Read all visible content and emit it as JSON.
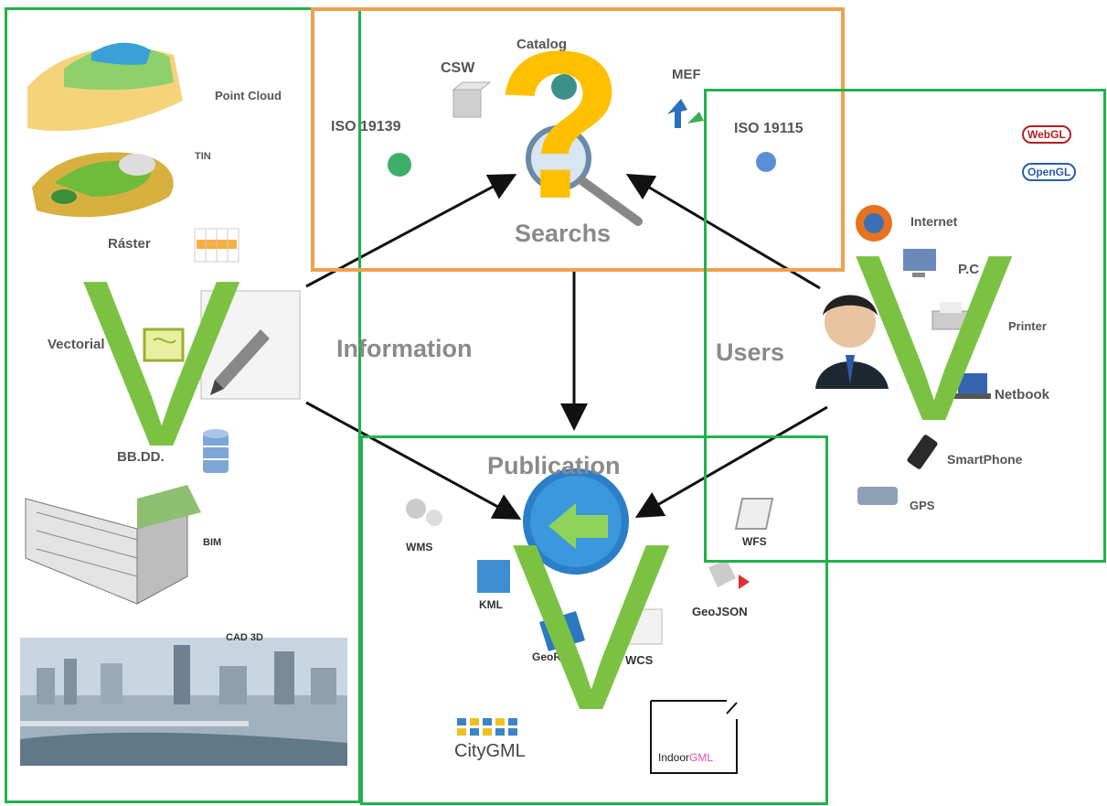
{
  "colors": {
    "green_frame": "#22b14c",
    "orange_frame": "#f0a050",
    "check": "#7cc242",
    "question": "#ffc000",
    "arrow": "#111111",
    "label": "#555555",
    "big_label": "#8a8a8a"
  },
  "hubs": {
    "searchs": "Searchs",
    "information": "Information",
    "users": "Users",
    "publication": "Publication"
  },
  "marks": {
    "question": "?",
    "check": "V"
  },
  "sources": {
    "point_cloud": "Point Cloud",
    "tin": "TIN",
    "raster": "Ráster",
    "vectorial": "Vectorial",
    "bbdd": "BB.DD.",
    "bim": "BIM",
    "cad3d": "CAD 3D"
  },
  "search_standards": {
    "catalog": "Catalog",
    "csw": "CSW",
    "mef": "MEF",
    "iso19139": "ISO 19139",
    "iso19115": "ISO 19115"
  },
  "user_devices": {
    "webgl": "WebGL",
    "opengl": "OpenGL",
    "internet": "Internet",
    "pc": "P.C",
    "printer": "Printer",
    "netbook": "Netbook",
    "smartphone": "SmartPhone",
    "gps": "GPS"
  },
  "publication_formats": {
    "wms": "WMS",
    "kml": "KML",
    "geojson": "GeoJSON",
    "wcs": "WCS",
    "geors": "GeoRSS",
    "wfs": "WFS",
    "citygml": "CityGML",
    "indoorgml_a": "Indoor",
    "indoorgml_b": "GML"
  }
}
